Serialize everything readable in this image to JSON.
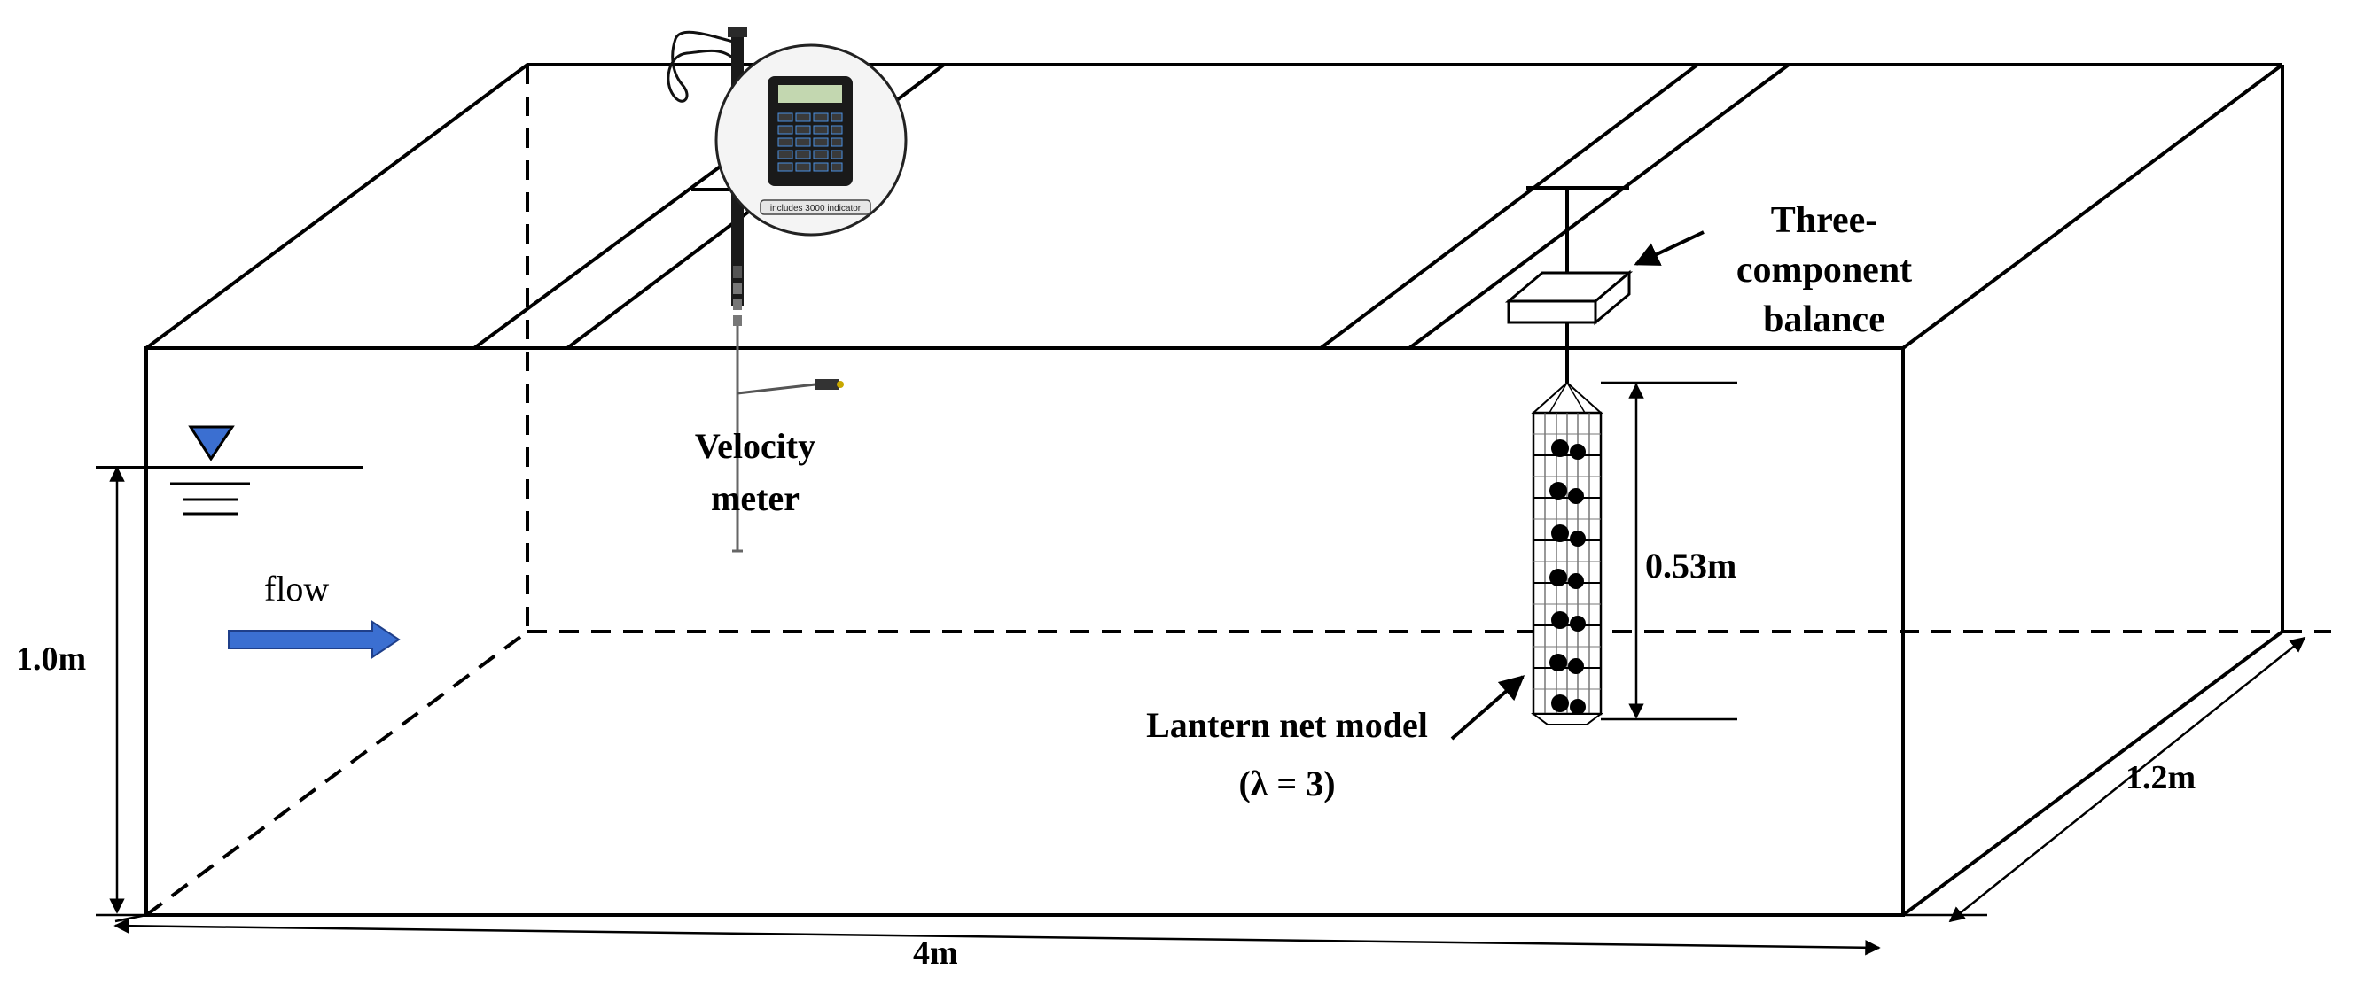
{
  "labels": {
    "depth": "1.0m",
    "length": "4m",
    "width": "1.2m",
    "flow": "flow",
    "velocity_meter_line1": "Velocity",
    "velocity_meter_line2": "meter",
    "balance_line1": "Three-",
    "balance_line2": "component",
    "balance_line3": "balance",
    "net_height": "0.53m",
    "model_line1": "Lantern net model",
    "model_line2": "(λ = 3)",
    "meter_display_text": "includes 3000 indicator"
  },
  "colors": {
    "water_symbol": "#3b6fd1",
    "flow_arrow": "#3b6fd1",
    "meter_body": "#1a1a1a"
  },
  "icons": {
    "water_surface": "inverted-triangle-icon",
    "flow_direction": "right-arrow-icon"
  }
}
